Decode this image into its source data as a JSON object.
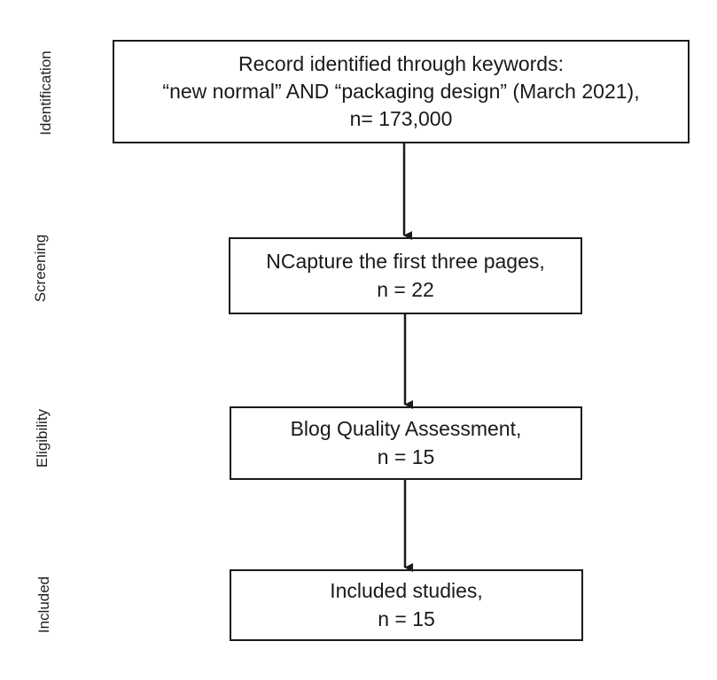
{
  "stages": {
    "identification": "Identification",
    "screening": "Screening",
    "eligibility": "Eligibility",
    "included": "Included"
  },
  "boxes": {
    "identification": {
      "line1": "Record identified through keywords:",
      "line2": "“new normal” AND “packaging design” (March 2021),",
      "line3": "n= 173,000"
    },
    "screening": {
      "line1": "NCapture  the first three pages,",
      "line2": "n = 22"
    },
    "eligibility": {
      "line1": "Blog Quality Assessment,",
      "line2": "n = 15"
    },
    "included": {
      "line1": "Included studies,",
      "line2": "n = 15"
    }
  },
  "colors": {
    "stroke": "#1a1a1a",
    "background": "#ffffff"
  }
}
